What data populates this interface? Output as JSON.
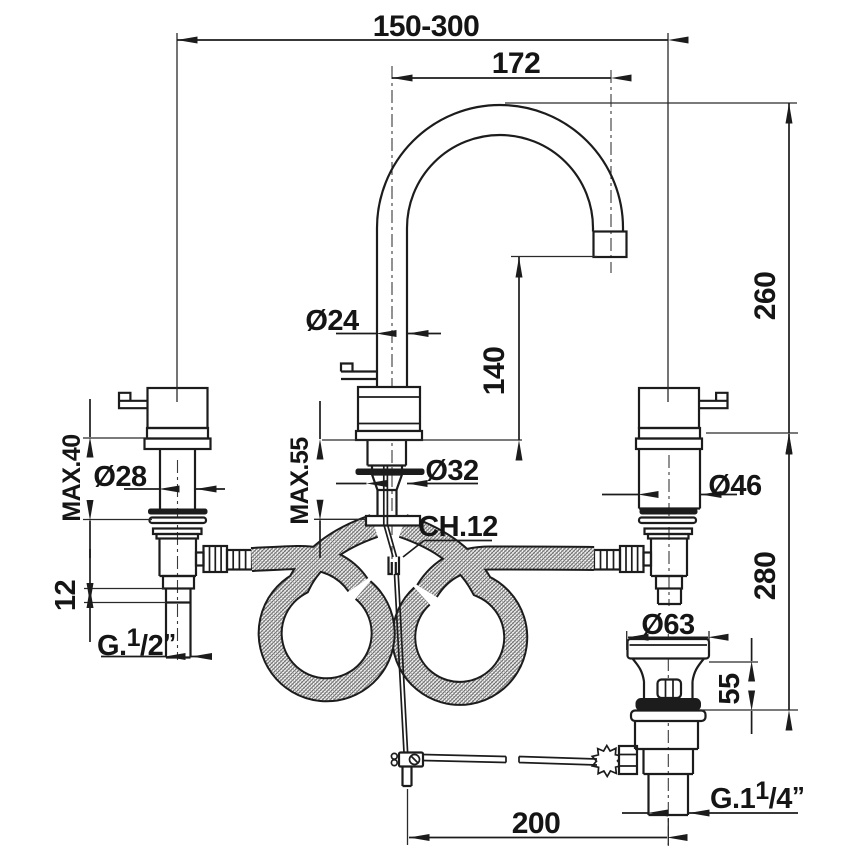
{
  "drawing": {
    "title": "basin-mixer-technical-drawing",
    "background_color": "#ffffff",
    "line_color": "#1c1c1c",
    "labels": {
      "handle_spread": "150-300",
      "spout_reach": "172",
      "spout_height": "260",
      "outlet_height": "140",
      "spout_diameter": "Ø24",
      "left_stem_diameter": "Ø28",
      "max_deck_left": "MAX.40",
      "max_deck_center": "MAX.55",
      "center_shank_diameter": "Ø32",
      "wrench_size": "CH.12",
      "right_escutcheon_diameter": "Ø46",
      "under_deck_height": "280",
      "nipple_length": "12",
      "inlet_thread": {
        "prefix": "G.",
        "sup": "1",
        "den": "/2",
        "quote": "”"
      },
      "drain_flange_diameter": "Ø63",
      "drain_body_height": "55",
      "drain_thread": {
        "prefix": "G.1",
        "sup": "1",
        "den": "/4",
        "quote": "”"
      },
      "rod_offset": "200"
    }
  }
}
